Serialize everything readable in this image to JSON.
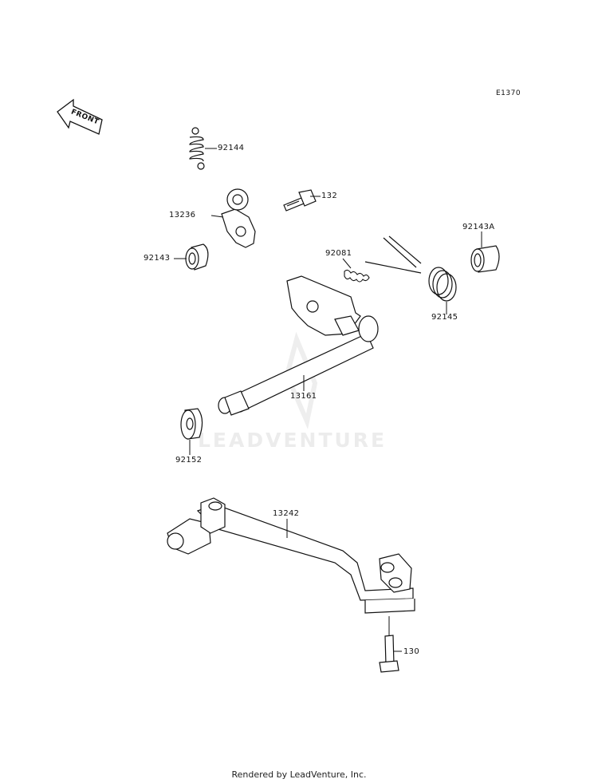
{
  "diagram_code": "E1370",
  "front_label": "FRONT",
  "watermark": "LEADVENTURE",
  "footer": "Rendered by LeadVenture, Inc.",
  "parts": [
    {
      "id": "92144",
      "label": "92144"
    },
    {
      "id": "132",
      "label": "132"
    },
    {
      "id": "13236",
      "label": "13236"
    },
    {
      "id": "92143",
      "label": "92143"
    },
    {
      "id": "92143A",
      "label": "92143A"
    },
    {
      "id": "92081",
      "label": "92081"
    },
    {
      "id": "92145",
      "label": "92145"
    },
    {
      "id": "13161",
      "label": "13161"
    },
    {
      "id": "92152",
      "label": "92152"
    },
    {
      "id": "13242",
      "label": "13242"
    },
    {
      "id": "130",
      "label": "130"
    }
  ]
}
